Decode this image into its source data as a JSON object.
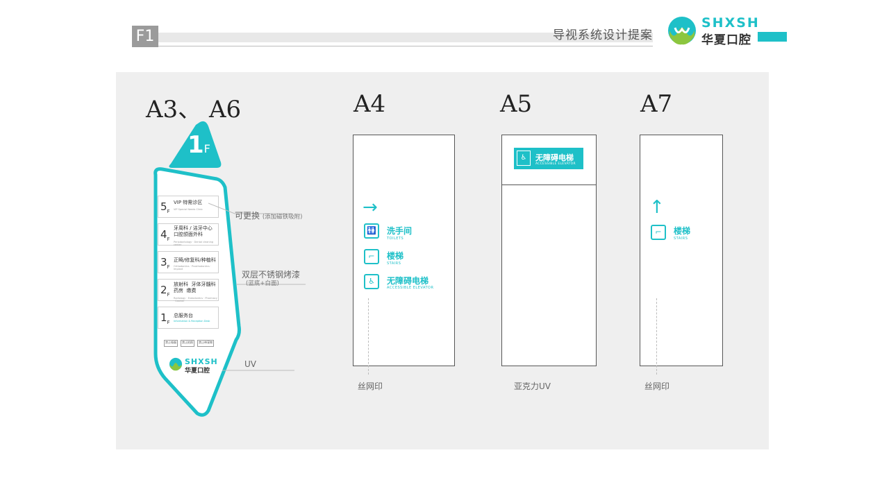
{
  "header": {
    "badge": "F1",
    "title": "导视系统设计提案",
    "logo_en": "SHXSH",
    "logo_cn": "华夏口腔",
    "accent_color": "#1ec0c8"
  },
  "labels": {
    "a3a6": "A3、 A6",
    "a4": "A4",
    "a5": "A5",
    "a7": "A7"
  },
  "a3a6": {
    "top_floor": "1",
    "top_floor_sub": "F",
    "floors": [
      {
        "num": "5",
        "sub": "F",
        "cn": "VIP 特需诊区",
        "en": "VIP Special Needs Clinic"
      },
      {
        "num": "4",
        "sub": "F",
        "cn": "牙周科 / 洁牙中心\n口腔颌面外科",
        "en": "Periodontology · Dental cleaning center"
      },
      {
        "num": "3",
        "sub": "F",
        "cn": "正畸/修复科/种植科",
        "en": "Orthodontics · Prosthodontics · Implant"
      },
      {
        "num": "2",
        "sub": "F",
        "cn": "放射科  牙体牙髓科\n药房  缴费",
        "en": "Radiology · Endodontics · Pharmacy · Cashier"
      },
      {
        "num": "1",
        "sub": "F",
        "cn": "总服务台",
        "en": "Information & Reception Desk"
      }
    ],
    "notices": [
      "禁止吸烟",
      "禁止拍照",
      "禁止带宠物"
    ],
    "logo_en": "SHXSH",
    "logo_cn": "华夏口腔",
    "note1": "可更换",
    "note1_small": "(添加磁铁吸附)",
    "note2": "双层不锈钢烤漆",
    "note2_small": "(蓝底+白面)",
    "note3": "UV"
  },
  "a4": {
    "rows": [
      {
        "icon": "toilet-icon",
        "cn": "洗手间",
        "en": "TOILETS"
      },
      {
        "icon": "stairs-icon",
        "cn": "楼梯",
        "en": "STAIRS"
      },
      {
        "icon": "elevator-icon",
        "cn": "无障碍电梯",
        "en": "ACCESSIBLE ELEVATOR"
      }
    ],
    "arrow": "→",
    "process": "丝网印"
  },
  "a5": {
    "cn": "无障碍电梯",
    "en": "ACCESSIBLE ELEVATOR",
    "process": "亚克力UV"
  },
  "a7": {
    "arrow": "↑",
    "cn": "楼梯",
    "en": "STAIRS",
    "process": "丝网印"
  }
}
